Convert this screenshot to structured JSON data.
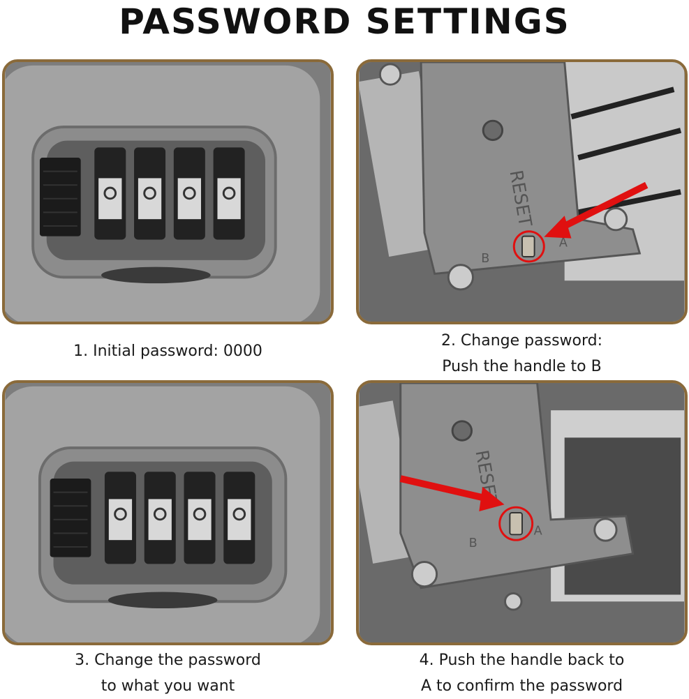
{
  "title": "PASSWORD SETTINGS",
  "steps": [
    {
      "line1": "1. Initial password: 0000",
      "line2": ""
    },
    {
      "line1": "2. Change password:",
      "line2": "Push the handle to B"
    },
    {
      "line1": "3. Change the password",
      "line2": "to what you want"
    },
    {
      "line1": "4. Push the handle back to",
      "line2": "A to confirm the password"
    }
  ],
  "reset_label": "RESET",
  "position_labels": {
    "a": "A",
    "b": "B"
  },
  "colors": {
    "frame": "#8a6a3a",
    "arrow": "#e01010"
  }
}
